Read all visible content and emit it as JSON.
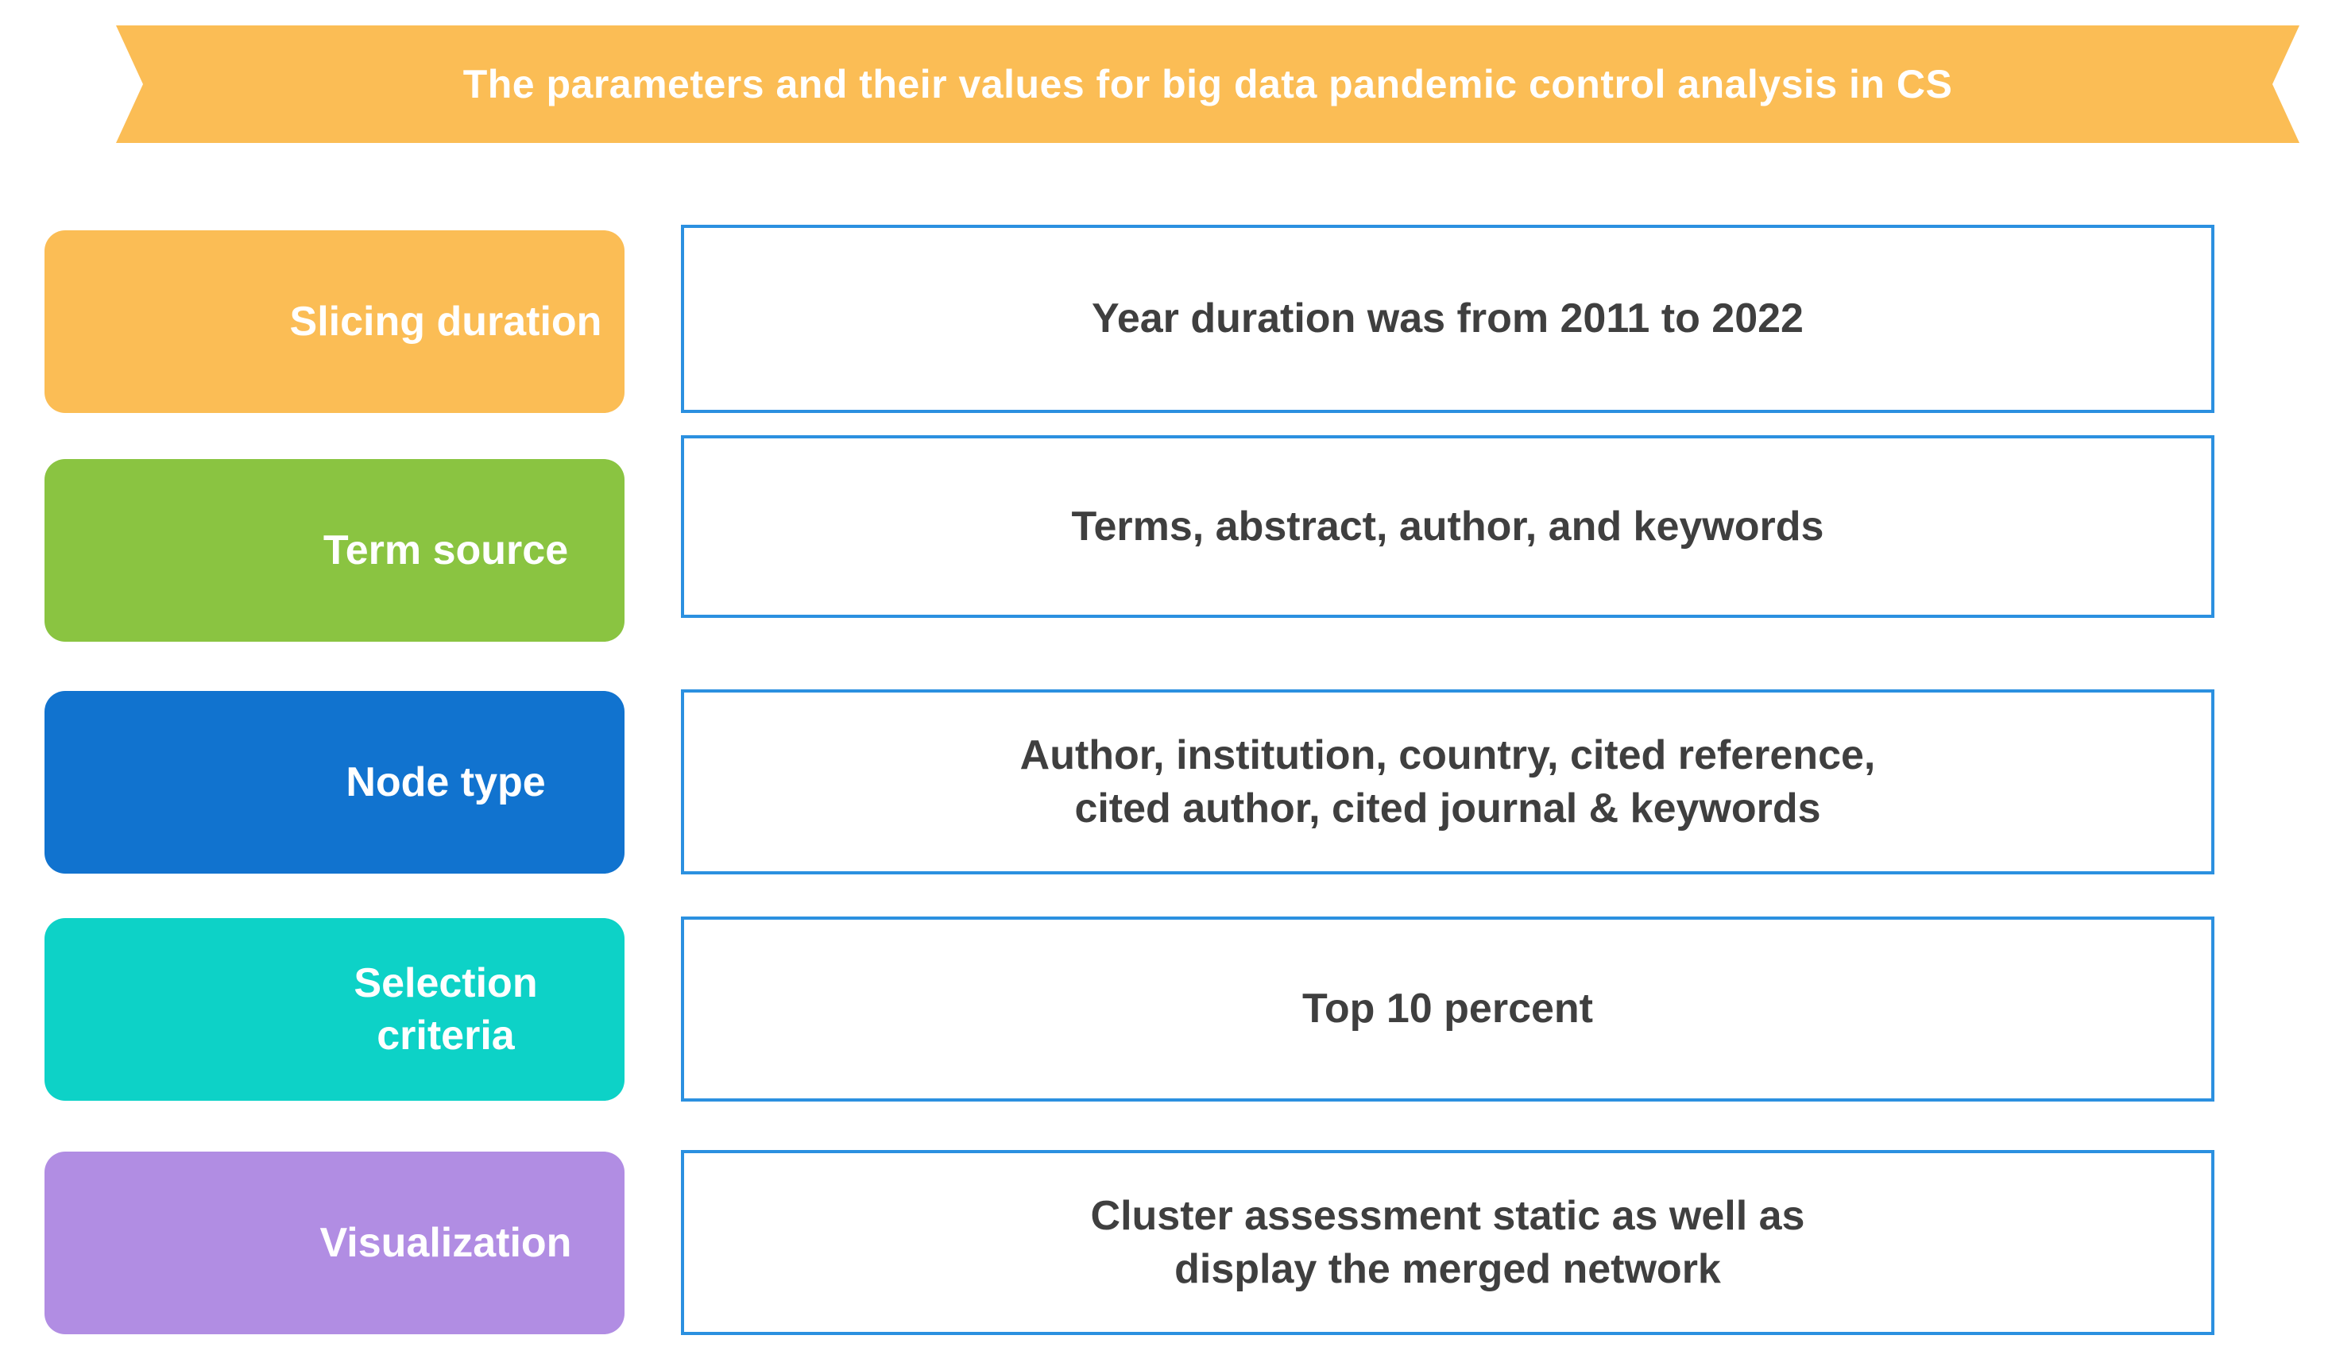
{
  "banner": {
    "title": "The parameters and their values for big data pandemic control analysis in CS",
    "color": "#FBBD55"
  },
  "rows": [
    {
      "label": "Slicing duration",
      "label_color": "#FBBD55",
      "value": "Year duration was from 2011 to 2022"
    },
    {
      "label": "Term source",
      "label_color": "#8AC441",
      "value": "Terms, abstract, author, and keywords"
    },
    {
      "label": "Node type",
      "label_color": "#1173CF",
      "value": "Author, institution, country, cited reference,\ncited author, cited journal & keywords"
    },
    {
      "label": "Selection\ncriteria",
      "label_color": "#0DD2C7",
      "value": "Top 10 percent"
    },
    {
      "label": "Visualization",
      "label_color": "#B18DE3",
      "value": "Cluster assessment static as well as\ndisplay the merged network"
    }
  ],
  "colors": {
    "value_border": "#2B90E0",
    "value_text": "#3F3F3F",
    "label_text": "#FFFFFF",
    "background": "#FFFFFF"
  }
}
